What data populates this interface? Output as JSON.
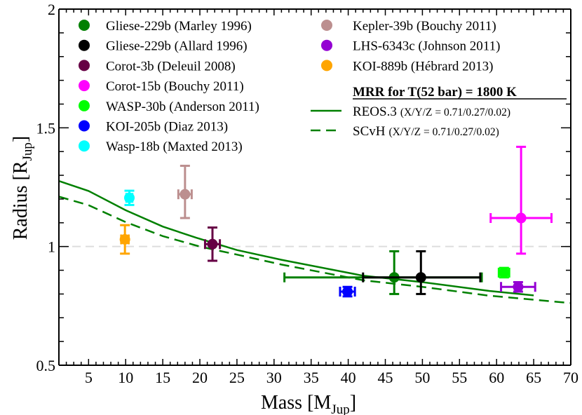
{
  "chart_data": {
    "type": "scatter",
    "xlabel": {
      "main": "Mass [M",
      "sub": "Jup",
      "close": "]"
    },
    "ylabel": {
      "main": "Radius [R",
      "sub": "Jup",
      "close": "]"
    },
    "xlim": [
      1,
      70
    ],
    "ylim": [
      0.5,
      2
    ],
    "xticks": [
      "5",
      "10",
      "15",
      "20",
      "25",
      "30",
      "35",
      "40",
      "45",
      "50",
      "55",
      "60",
      "65",
      "70"
    ],
    "xtick_values": [
      5,
      10,
      15,
      20,
      25,
      30,
      35,
      40,
      45,
      50,
      55,
      60,
      65,
      70
    ],
    "yticks": [
      "0.5",
      "1",
      "1.5",
      "2"
    ],
    "ytick_values": [
      0.5,
      1,
      1.5,
      2
    ],
    "grid": false,
    "reference_line": {
      "y": 1,
      "color": "#dddddd",
      "style": "dashed"
    },
    "legend_placement": "top",
    "legend_title": "MRR for T(52 bar) = 1800 K",
    "points": [
      {
        "name": "Gliese-229b (Marley 1996)",
        "color": "#008000",
        "x": 46.2,
        "y": 0.87,
        "xerr": [
          14.8,
          11.8
        ],
        "yerr": [
          0.07,
          0.11
        ]
      },
      {
        "name": "Gliese-229b (Allard 1996)",
        "color": "#000000",
        "x": 49.8,
        "y": 0.87,
        "xerr": [
          7.8,
          8.0
        ],
        "yerr": [
          0.07,
          0.11
        ]
      },
      {
        "name": "Corot-3b (Deleuil 2008)",
        "color": "#660044",
        "x": 21.7,
        "y": 1.01,
        "xerr": [
          1.0,
          1.0
        ],
        "yerr": [
          0.07,
          0.07
        ]
      },
      {
        "name": "Corot-15b (Bouchy 2011)",
        "color": "#ff00ff",
        "x": 63.3,
        "y": 1.12,
        "xerr": [
          4.1,
          4.1
        ],
        "yerr": [
          0.15,
          0.3
        ]
      },
      {
        "name": "WASP-30b (Anderson 2011)",
        "color": "#00ff00",
        "x": 61.0,
        "y": 0.89,
        "xerr": [
          0.7,
          0.7
        ],
        "yerr": [
          0.02,
          0.02
        ]
      },
      {
        "name": "KOI-205b (Diaz 2013)",
        "color": "#0000ff",
        "x": 39.9,
        "y": 0.81,
        "xerr": [
          1.0,
          1.0
        ],
        "yerr": [
          0.02,
          0.02
        ]
      },
      {
        "name": "Wasp-18b (Maxted 2013)",
        "color": "#00ffff",
        "x": 10.5,
        "y": 1.205,
        "xerr": [
          0.4,
          0.4
        ],
        "yerr": [
          0.03,
          0.03
        ]
      },
      {
        "name": "Kepler-39b (Bouchy 2011)",
        "color": "#bc8f8f",
        "x": 18.0,
        "y": 1.22,
        "xerr": [
          0.9,
          0.9
        ],
        "yerr": [
          0.1,
          0.12
        ]
      },
      {
        "name": "LHS-6343c (Johnson 2011)",
        "color": "#9400d3",
        "x": 62.9,
        "y": 0.83,
        "xerr": [
          2.3,
          2.3
        ],
        "yerr": [
          0.02,
          0.02
        ]
      },
      {
        "name": "KOI-889b (Hébrard 2013)",
        "color": "#ffa500",
        "x": 9.9,
        "y": 1.03,
        "xerr": [
          0.5,
          0.5
        ],
        "yerr": [
          0.06,
          0.06
        ]
      }
    ],
    "series": [
      {
        "name": "REOS.3",
        "composition": "(X/Y/Z = 0.71/0.27/0.02)",
        "color": "#008000",
        "style": "solid",
        "x": [
          1,
          5,
          10,
          15,
          19.5,
          25,
          31,
          42,
          50,
          59,
          65
        ],
        "y": [
          1.276,
          1.234,
          1.153,
          1.084,
          1.037,
          0.985,
          0.944,
          0.877,
          0.85,
          0.813,
          0.794
        ]
      },
      {
        "name": "SCvH",
        "composition": "(X/Y/Z = 0.71/0.27/0.02)",
        "color": "#008000",
        "style": "dashed",
        "x": [
          1,
          5,
          10,
          15,
          20,
          25,
          31,
          42,
          50,
          59,
          70
        ],
        "y": [
          1.21,
          1.174,
          1.103,
          1.044,
          1.0,
          0.966,
          0.924,
          0.858,
          0.83,
          0.793,
          0.762
        ]
      }
    ]
  }
}
